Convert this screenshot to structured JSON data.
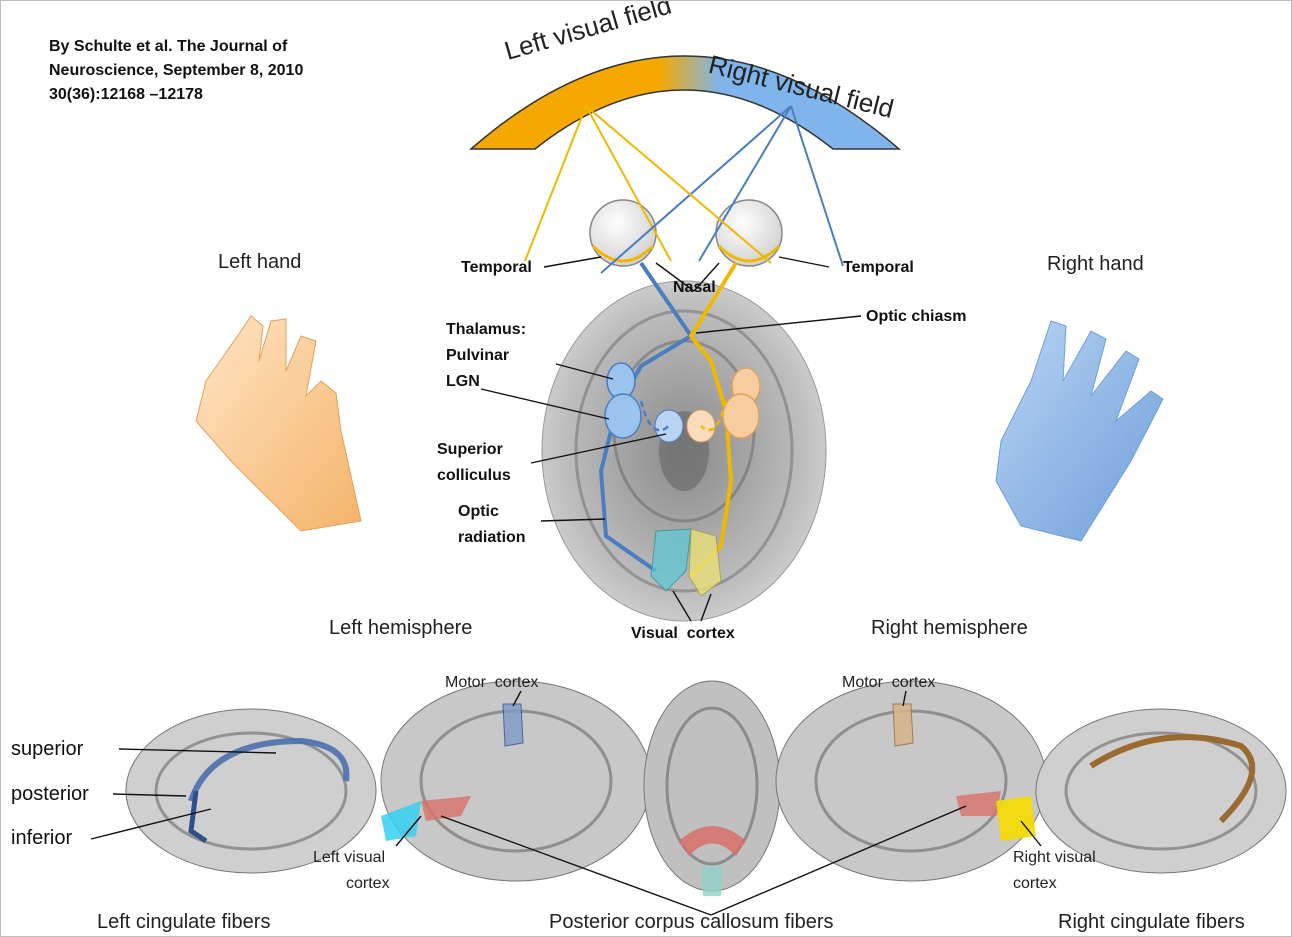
{
  "citation": [
    "By Schulte et al. The Journal of",
    "Neuroscience, September 8, 2010",
    "30(36):12168 –12178"
  ],
  "visual_field": {
    "left": "Left visual field",
    "right": "Right visual field"
  },
  "hands": {
    "left": "Left hand",
    "right": "Right hand"
  },
  "pathway_labels": {
    "temporal_left": "Temporal",
    "temporal_right": "Temporal",
    "nasal": "Nasal",
    "optic_chiasm": "Optic chiasm",
    "thalamus": "Thalamus:",
    "pulvinar": "Pulvinar",
    "lgn": "LGN",
    "superior": "Superior",
    "colliculus": "colliculus",
    "optic": "Optic",
    "radiation": "radiation",
    "visual_cortex": "Visual  cortex"
  },
  "hemispheres": {
    "left": "Left hemisphere",
    "right": "Right hemisphere"
  },
  "bottom": {
    "motor_left": "Motor  cortex",
    "motor_right": "Motor  cortex",
    "superior": "superior",
    "posterior": "posterior",
    "inferior": "inferior",
    "left_visual_1": "Left visual",
    "left_visual_2": "cortex",
    "right_visual_1": "Right visual",
    "right_visual_2": "cortex",
    "left_cingulate": "Left cingulate fibers",
    "posterior_cc": "Posterior corpus callosum fibers",
    "right_cingulate": "Right cingulate fibers"
  },
  "colors": {
    "left_blue": "#4a7ec0",
    "right_yellow": "#f0b800",
    "field_orange": "#f5a800",
    "field_blue": "#7fb5ea"
  }
}
